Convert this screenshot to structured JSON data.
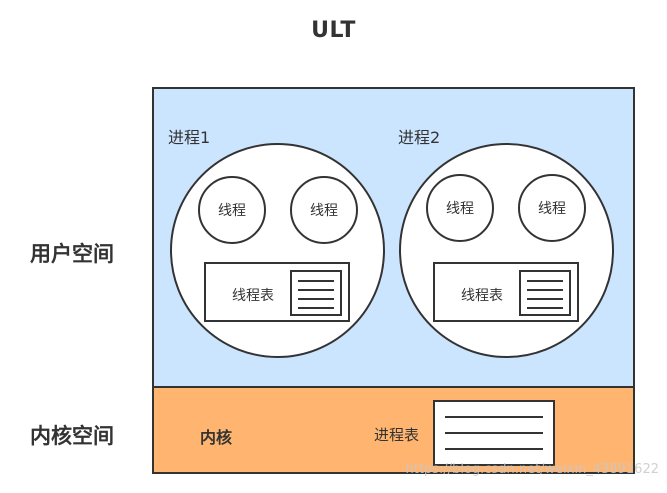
{
  "title": "ULT",
  "labels": {
    "user_space": "用户空间",
    "kernel_space": "内核空间"
  },
  "processes": [
    {
      "label": "进程1",
      "threads": [
        "线程",
        "线程"
      ],
      "thread_table": "线程表"
    },
    {
      "label": "进程2",
      "threads": [
        "线程",
        "线程"
      ],
      "thread_table": "线程表"
    }
  ],
  "kernel": {
    "label": "内核",
    "process_table": "进程表"
  },
  "watermark": "https://blog.csdn.net/weixin_43891622",
  "colors": {
    "user_space": "#cce5ff",
    "kernel_space": "#ffb570",
    "outline": "#333333"
  }
}
